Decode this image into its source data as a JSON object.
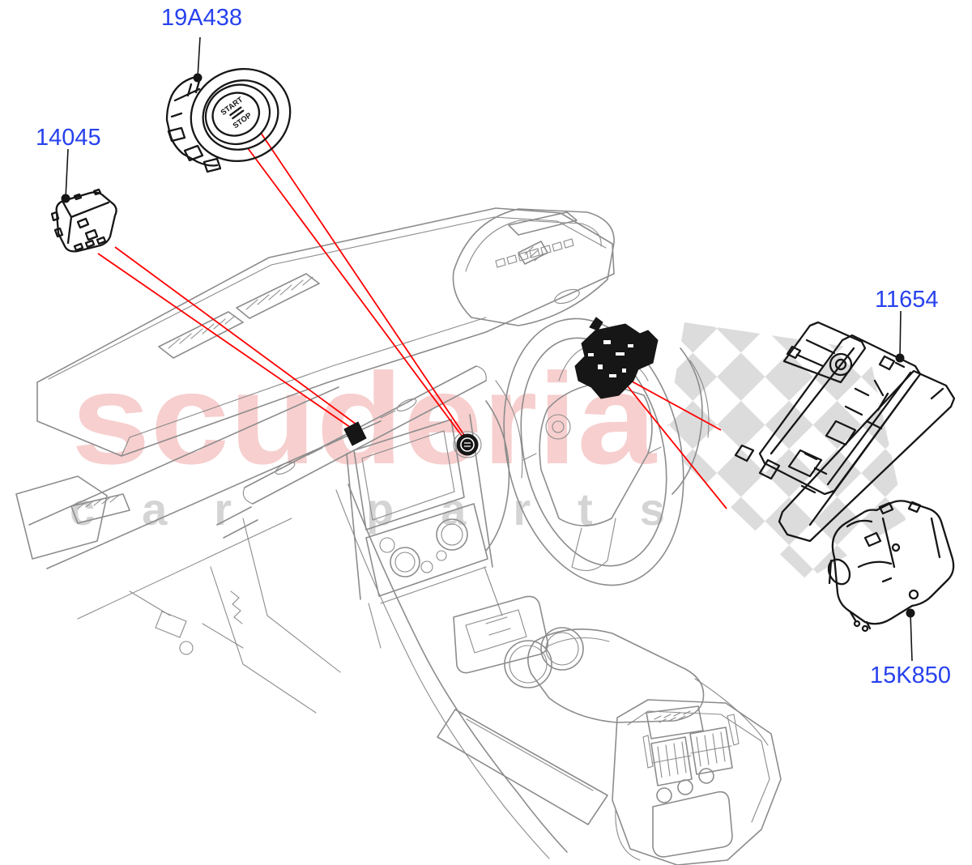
{
  "watermark": {
    "brand": "scuderia",
    "tagline_first": "car",
    "tagline_second": "parts",
    "brand_color": "#f7cfcf",
    "tagline_color": "#d4d4d4",
    "checker_color": "#dcdcdc"
  },
  "diagram": {
    "callouts": [
      {
        "label": "19A438"
      },
      {
        "label": "14045"
      },
      {
        "label": "11654"
      },
      {
        "label": "15K850"
      }
    ],
    "start_stop_button": {
      "line1": "START",
      "line2": "STOP"
    },
    "colors": {
      "label_blue": "#2742ee",
      "leader_red": "#ff0000",
      "vehicle_gray": "#8c8c8c",
      "part_black": "#161616"
    }
  }
}
